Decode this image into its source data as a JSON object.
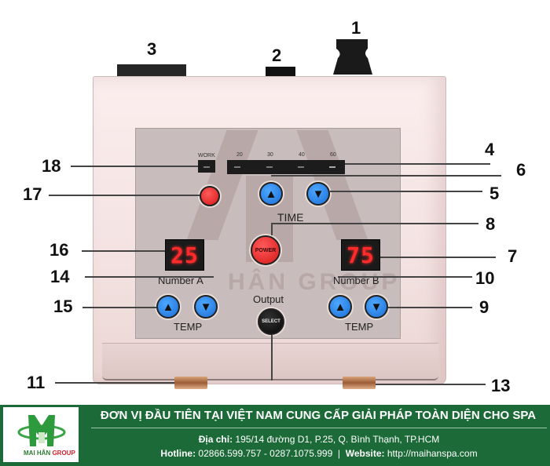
{
  "device": {
    "panel_labels": {
      "work": "WORK",
      "time_levels": [
        "20",
        "30",
        "40",
        "60"
      ],
      "time": "TIME",
      "power": "POWER",
      "number_a": "Number A",
      "number_b": "Number B",
      "temp_a": "TEMP",
      "temp_b": "TEMP",
      "output": "Output",
      "select": "SELECT"
    },
    "displays": {
      "a": "25",
      "b": "75"
    },
    "watermark": "HÂN GROUP",
    "icons": {
      "up": "▲",
      "down": "▼"
    }
  },
  "callouts": {
    "n1": "1",
    "n2": "2",
    "n3": "3",
    "n4": "4",
    "n5": "5",
    "n6": "6",
    "n7": "7",
    "n8": "8",
    "n9": "9",
    "n10": "10",
    "n11": "11",
    "n13": "13",
    "n14": "14",
    "n15": "15",
    "n16": "16",
    "n17": "17",
    "n18": "18"
  },
  "footer": {
    "logo_part1": "MAI HÂN",
    "logo_part2": "GROUP",
    "headline": "ĐƠN VỊ ĐẦU TIÊN TẠI VIỆT NAM CUNG CẤP GIẢI PHÁP TOÀN DIỆN CHO SPA",
    "address_label": "Địa chỉ:",
    "address": "195/14 đường D1, P.25, Q. Bình Thạnh, TP.HCM",
    "hotline_label": "Hotline:",
    "hotline": "02866.599.757 - 0287.1075.999",
    "separator": "|",
    "website_label": "Website:",
    "website": "http://maihanspa.com"
  },
  "colors": {
    "footer_green": "#1c6a38",
    "button_blue": "#1a6fd6",
    "button_red": "#d61818",
    "display_red": "#ff2a2a",
    "logo_red": "#d4202a",
    "logo_green": "#2e9a3e"
  }
}
